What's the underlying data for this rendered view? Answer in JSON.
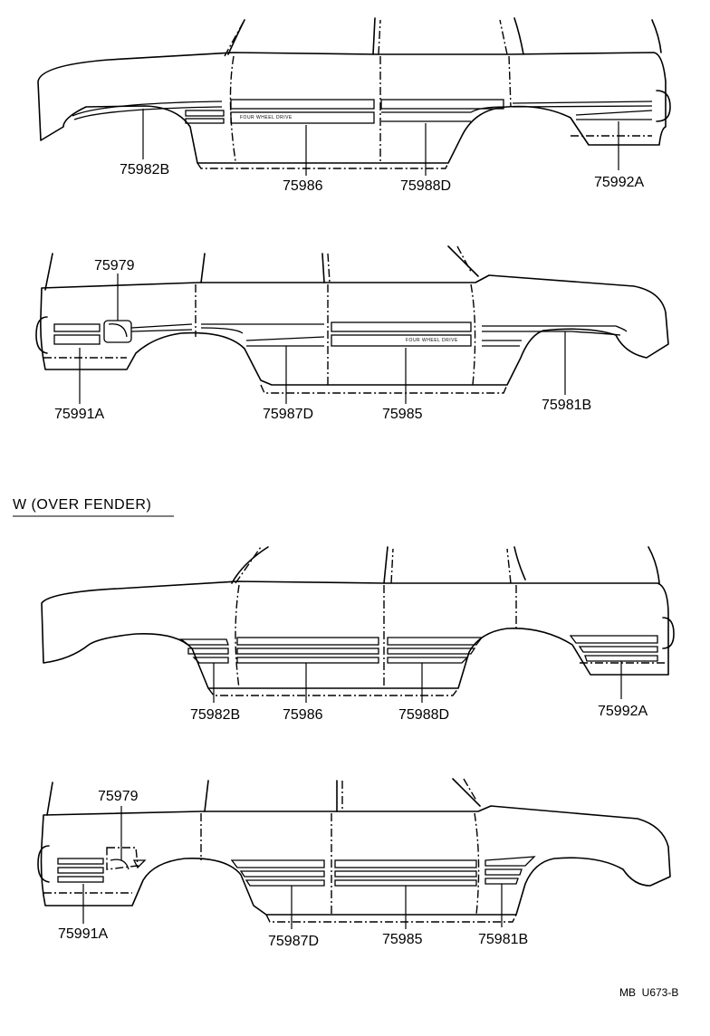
{
  "section_title": "W (OVER FENDER)",
  "diagram_code": "MB  U673-B",
  "stripe_text": "FOUR WHEEL DRIVE",
  "views": [
    {
      "name": "left-side-standard",
      "parts": [
        "75982B",
        "75986",
        "75988D",
        "75992A"
      ]
    },
    {
      "name": "right-side-standard",
      "parts": [
        "75979",
        "75991A",
        "75987D",
        "75985",
        "75981B"
      ]
    },
    {
      "name": "left-side-over-fender",
      "parts": [
        "75982B",
        "75986",
        "75988D",
        "75992A"
      ]
    },
    {
      "name": "right-side-over-fender",
      "parts": [
        "75979",
        "75991A",
        "75987D",
        "75985",
        "75981B"
      ]
    }
  ]
}
